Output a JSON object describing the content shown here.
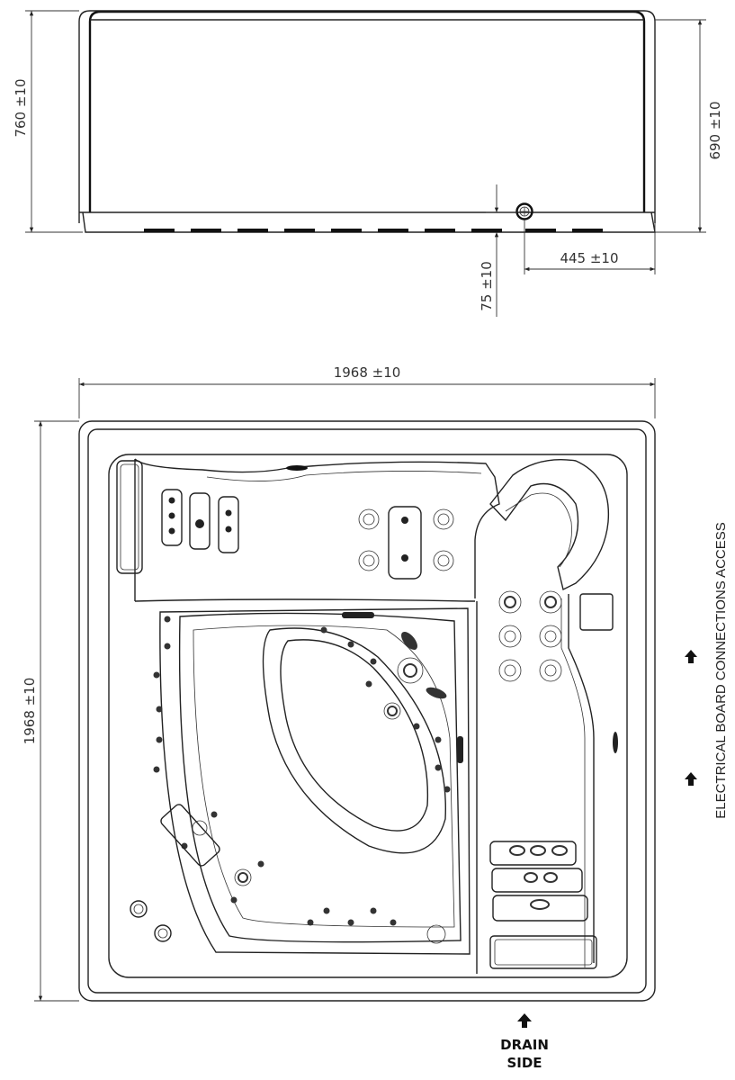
{
  "side_view": {
    "height_total": "760 ±10",
    "height_body": "690 ±10",
    "drain_height": "75 ±10",
    "drain_offset": "445 ±10"
  },
  "top_view": {
    "width": "1968 ±10",
    "depth": "1968 ±10",
    "electrical_label": "ELECTRICAL BOARD CONNECTIONS ACCESS",
    "drain_label_line1": "DRAIN",
    "drain_label_line2": "SIDE"
  },
  "colors": {
    "line": "#222222",
    "background": "#ffffff"
  }
}
